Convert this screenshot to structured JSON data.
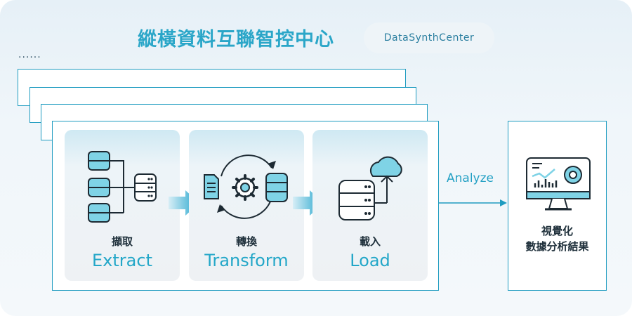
{
  "header": {
    "title": "縱橫資料互聯智控中心",
    "badge": "DataSynthCenter",
    "ellipsis": "......"
  },
  "pipeline": {
    "steps": [
      {
        "label_zh": "擷取",
        "label_en": "Extract",
        "icon": "database-merge-icon"
      },
      {
        "label_zh": "轉換",
        "label_en": "Transform",
        "icon": "document-gear-database-cycle-icon"
      },
      {
        "label_zh": "載入",
        "label_en": "Load",
        "icon": "database-cloud-upload-icon"
      }
    ]
  },
  "connector": {
    "label": "Analyze"
  },
  "result": {
    "line1": "視覺化",
    "line2": "數據分析結果",
    "icon": "monitor-dashboard-icon"
  },
  "colors": {
    "accent": "#23a7c8",
    "stroke": "#1f9cc0",
    "icon_dark": "#1d2a33",
    "icon_fill": "#7fd3e6"
  }
}
